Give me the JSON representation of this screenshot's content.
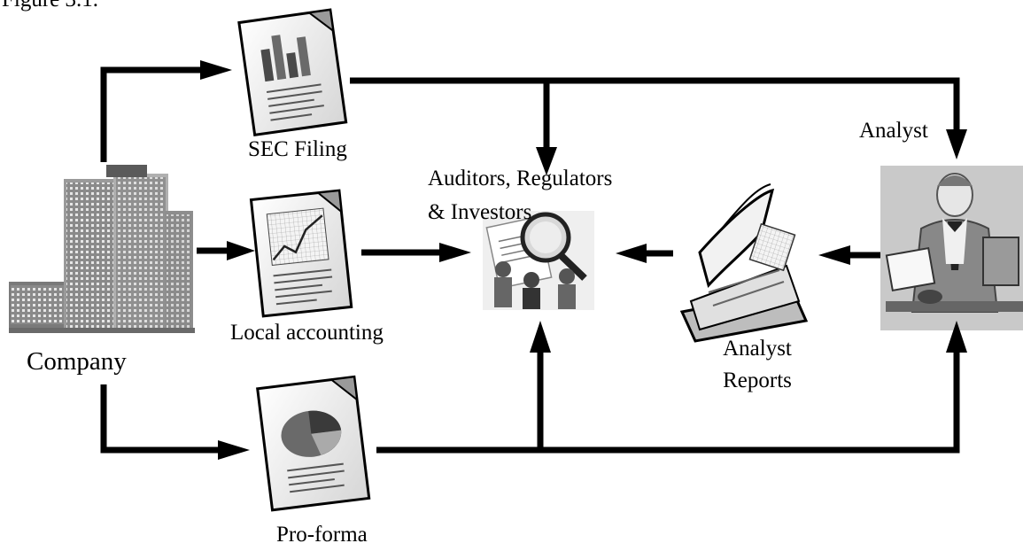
{
  "header": {
    "caption": "Figure 3.1."
  },
  "nodes": {
    "company": {
      "label": "Company"
    },
    "sec_filing": {
      "label": "SEC Filing"
    },
    "local_accounting": {
      "label": "Local accounting"
    },
    "pro_forma": {
      "label": "Pro-forma"
    },
    "audience": {
      "label_line1": "Auditors, Regulators",
      "label_line2": "& Investors"
    },
    "analyst_reports": {
      "label_line1": "Analyst",
      "label_line2": "Reports"
    },
    "analyst": {
      "label": "Analyst"
    }
  },
  "colors": {
    "ink": "#000000",
    "paper": "#f2f2f2",
    "grey": "#9a9a9a",
    "dark": "#444444"
  },
  "icons": [
    "office-building-icon",
    "bar-chart-document-icon",
    "line-chart-document-icon",
    "pie-chart-document-icon",
    "magnifying-glass-team-icon",
    "stacked-reports-icon",
    "analyst-at-desk-icon"
  ]
}
